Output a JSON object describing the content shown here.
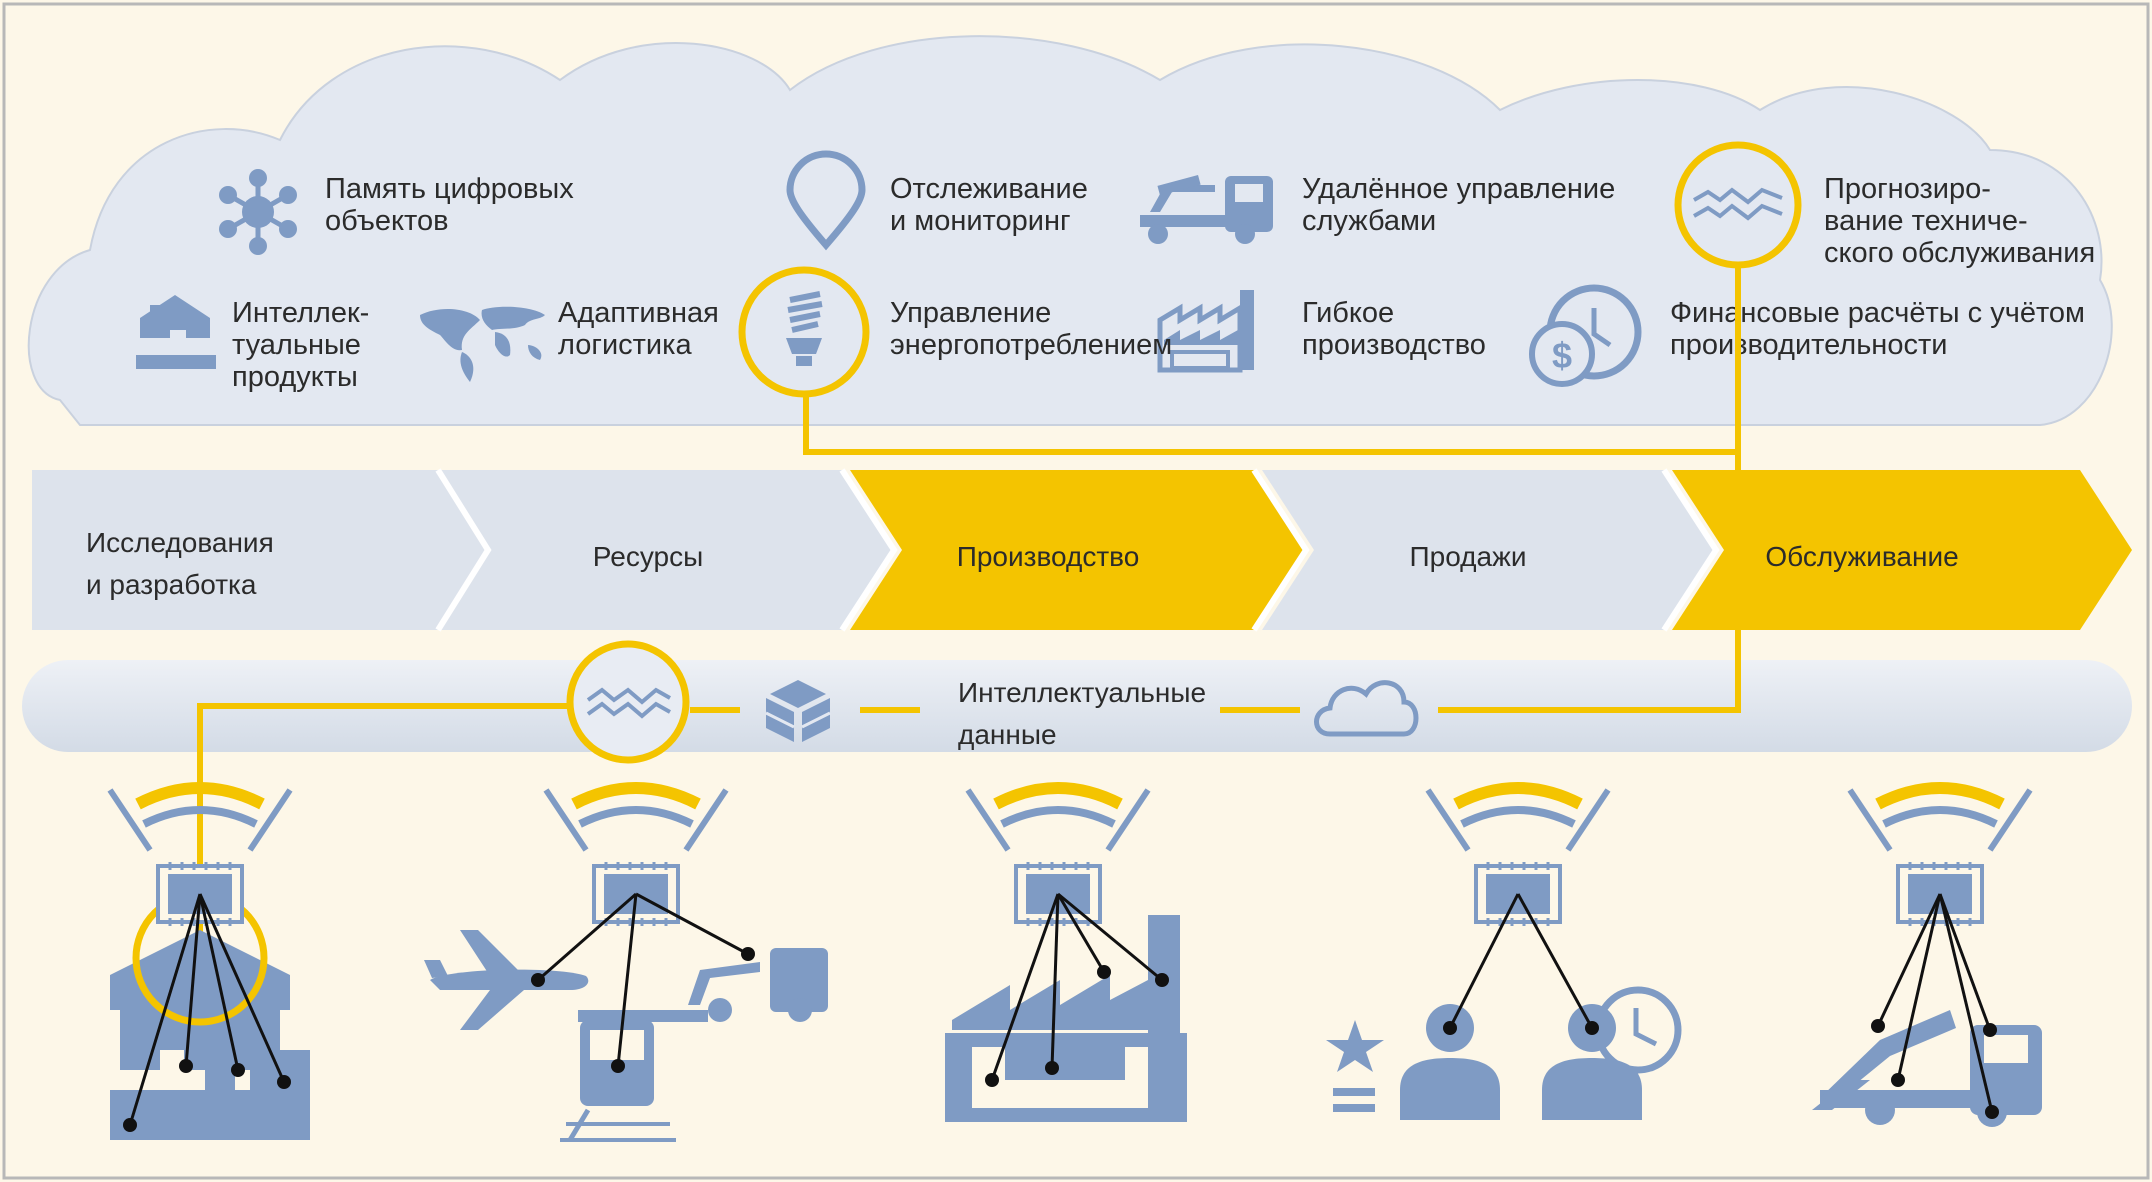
{
  "cloud_features": [
    {
      "icon": "network-icon",
      "lines": [
        "Память цифровых",
        "объектов"
      ]
    },
    {
      "icon": "location-pin-icon",
      "lines": [
        "Отслеживание",
        "и мониторинг"
      ]
    },
    {
      "icon": "tow-truck-icon",
      "lines": [
        "Удалённое управление",
        "службами"
      ]
    },
    {
      "icon": "wave-signal-icon",
      "lines": [
        "Прогнозиро-",
        "вание техниче-",
        "ского обслуживания"
      ]
    },
    {
      "icon": "house-icon",
      "lines": [
        "Интеллек-",
        "туальные",
        "продукты"
      ]
    },
    {
      "icon": "world-map-icon",
      "lines": [
        "Адаптивная",
        "логистика"
      ]
    },
    {
      "icon": "light-bulb-icon",
      "lines": [
        "Управление",
        "энергопотреблением"
      ]
    },
    {
      "icon": "factory-icon",
      "lines": [
        "Гибкое",
        "производство"
      ]
    },
    {
      "icon": "dollar-clock-icon",
      "lines": [
        "Финансовые расчёты с учётом",
        "производительности"
      ]
    }
  ],
  "value_chain": [
    {
      "lines": [
        "Исследования",
        "и разработка"
      ],
      "highlighted": false
    },
    {
      "lines": [
        "Ресурсы"
      ],
      "highlighted": false
    },
    {
      "lines": [
        "Производство"
      ],
      "highlighted": true
    },
    {
      "lines": [
        "Продажи"
      ],
      "highlighted": false
    },
    {
      "lines": [
        "Обслуживание"
      ],
      "highlighted": true
    }
  ],
  "data_bar": {
    "lines": [
      "Интеллектуальные",
      "данные"
    ],
    "icons": [
      "wave-signal-icon",
      "cube-icon",
      "cloud-icon"
    ]
  },
  "devices": [
    {
      "icon": "smart-house-icon"
    },
    {
      "icon": "transport-icon"
    },
    {
      "icon": "factory-icon"
    },
    {
      "icon": "people-icon"
    },
    {
      "icon": "tow-truck-icon"
    }
  ],
  "colors": {
    "accent": "#f4c400",
    "icon": "#7f9bc4",
    "cloud": "#e3e8f1",
    "background": "#fdf7e8",
    "chevron": "#dde3ec"
  }
}
